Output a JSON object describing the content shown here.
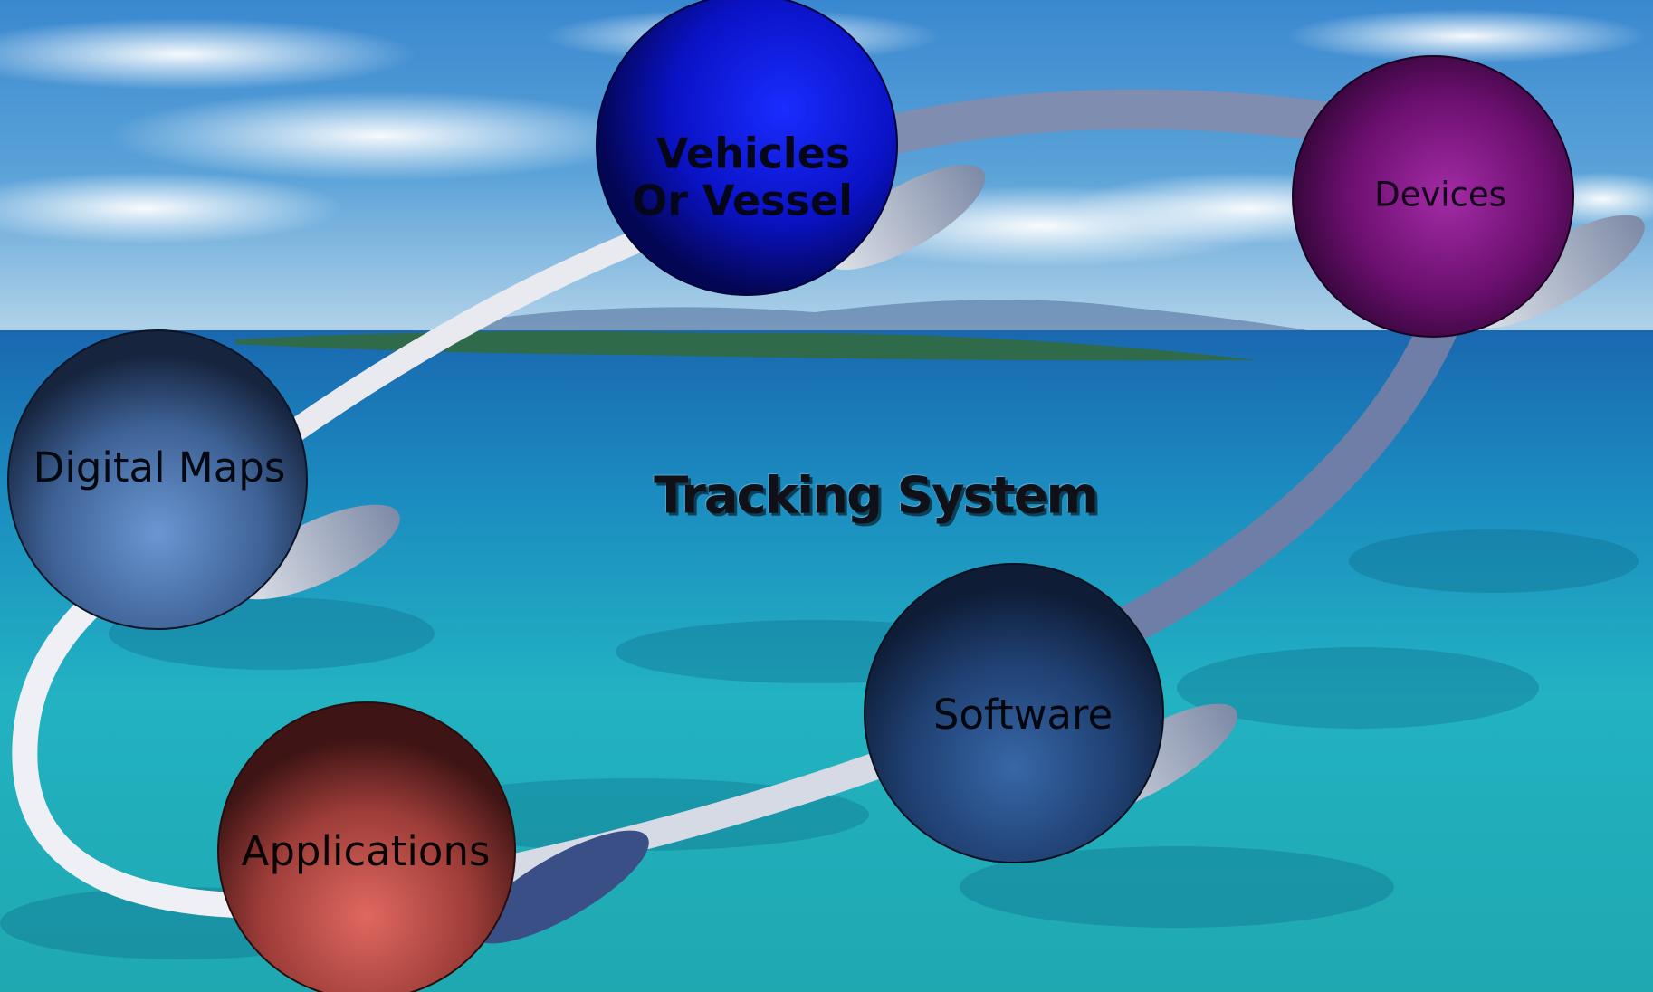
{
  "title": "Tracking System",
  "nodes": [
    {
      "id": "vehicles",
      "lines": [
        "Vehicles",
        "Or Vessel"
      ],
      "color": "#0a14e6"
    },
    {
      "id": "devices",
      "lines": [
        "Devices"
      ],
      "color": "#8a1a8a"
    },
    {
      "id": "software",
      "lines": [
        "Software"
      ],
      "color": "#2c5690"
    },
    {
      "id": "applications",
      "lines": [
        "Applications"
      ],
      "color": "#c4544e"
    },
    {
      "id": "digital-maps",
      "lines": [
        "Digital Maps"
      ],
      "color": "#5a86c0"
    }
  ],
  "colors": {
    "sky_top": "#3d8fd4",
    "sky_clouds": "#dbe9f3",
    "sea_deep": "#1e6fb4",
    "sea_shallow": "#22b4c2",
    "ring": "#e6e9f0"
  }
}
